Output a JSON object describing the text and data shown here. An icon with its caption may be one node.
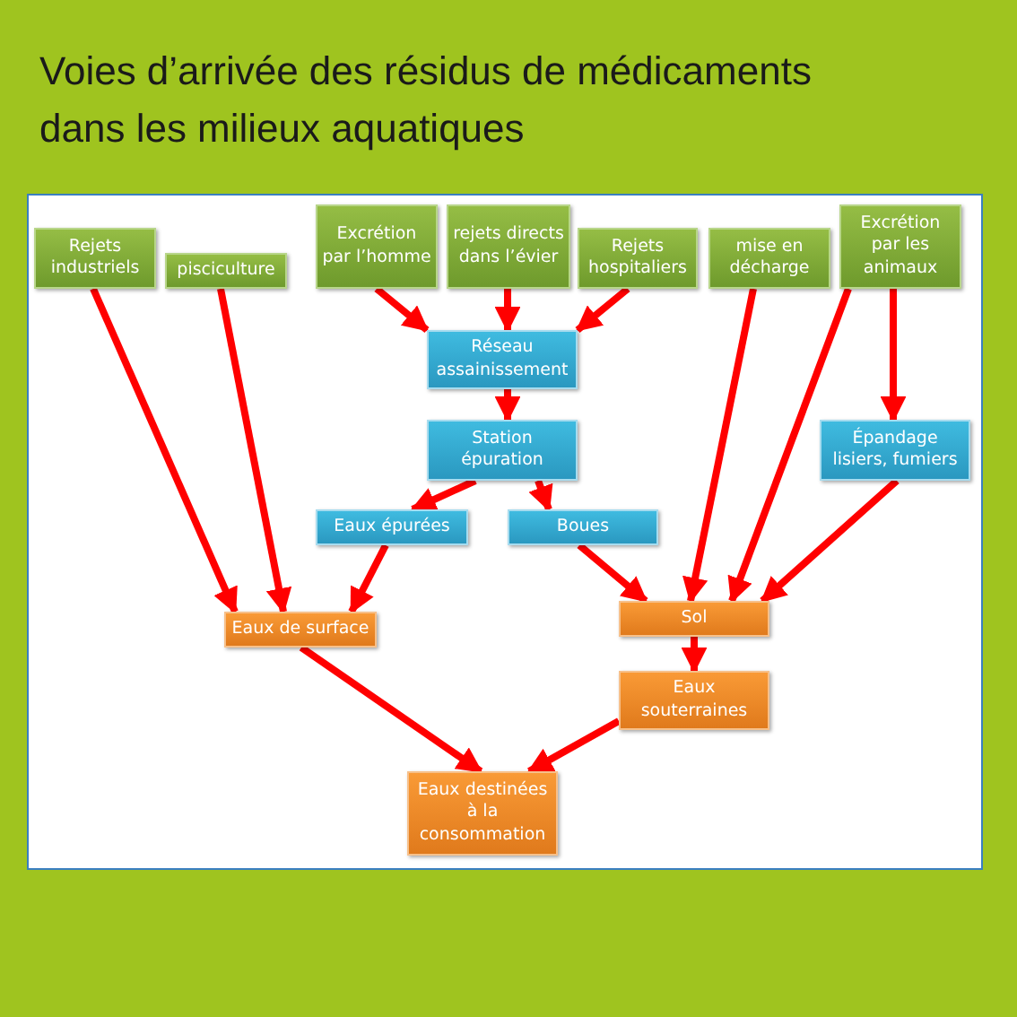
{
  "diagram": {
    "title": "Voies d’arrivée des résidus de médicaments dans les milieux aquatiques",
    "nodes": [
      {
        "text": [
          "Rejets industriels"
        ]
      },
      {
        "text": [
          "pisciculture"
        ]
      },
      {
        "text": [
          "Excrétion par l’homme"
        ]
      },
      {
        "text": [
          "rejets directs dans l’évier"
        ]
      },
      {
        "text": [
          "Rejets hospitaliers"
        ]
      },
      {
        "text": [
          "mise en décharge"
        ]
      },
      {
        "text": [
          "Excrétion par les animaux"
        ]
      },
      {
        "text": [
          "Réseau assainissement"
        ]
      },
      {
        "text": [
          "Station épuration"
        ]
      },
      {
        "text": [
          "Épandage lisiers, fumiers"
        ]
      },
      {
        "text": [
          "Eaux épurées"
        ]
      },
      {
        "text": [
          "Boues"
        ]
      },
      {
        "text": [
          "Eaux de surface"
        ]
      },
      {
        "text": [
          "Sol"
        ]
      },
      {
        "text": [
          "Eaux souterraines"
        ]
      },
      {
        "text": [
          "Eaux destinées à la consommation"
        ]
      }
    ],
    "edges": [
      {
        "from": 0,
        "to": 12,
        "arrow": "to"
      },
      {
        "from": 1,
        "to": 12,
        "arrow": "to"
      },
      {
        "from": 2,
        "to": 7,
        "arrow": "to"
      },
      {
        "from": 3,
        "to": 7,
        "arrow": "to"
      },
      {
        "from": 4,
        "to": 7,
        "arrow": "to"
      },
      {
        "from": 7,
        "to": 8,
        "arrow": "to"
      },
      {
        "from": 8,
        "to": 10,
        "arrow": "to"
      },
      {
        "from": 8,
        "to": 11,
        "arrow": "to"
      },
      {
        "from": 10,
        "to": 12,
        "arrow": "to"
      },
      {
        "from": 11,
        "to": 13,
        "arrow": "to"
      },
      {
        "from": 5,
        "to": 13,
        "arrow": "to"
      },
      {
        "from": 6,
        "to": 13,
        "arrow": "to"
      },
      {
        "from": 6,
        "to": 9,
        "arrow": "to"
      },
      {
        "from": 9,
        "to": 13,
        "arrow": "to"
      },
      {
        "from": 13,
        "to": 14,
        "arrow": "to"
      },
      {
        "from": 12,
        "to": 15,
        "arrow": "to"
      },
      {
        "from": 14,
        "to": 15,
        "arrow": "to"
      }
    ]
  }
}
